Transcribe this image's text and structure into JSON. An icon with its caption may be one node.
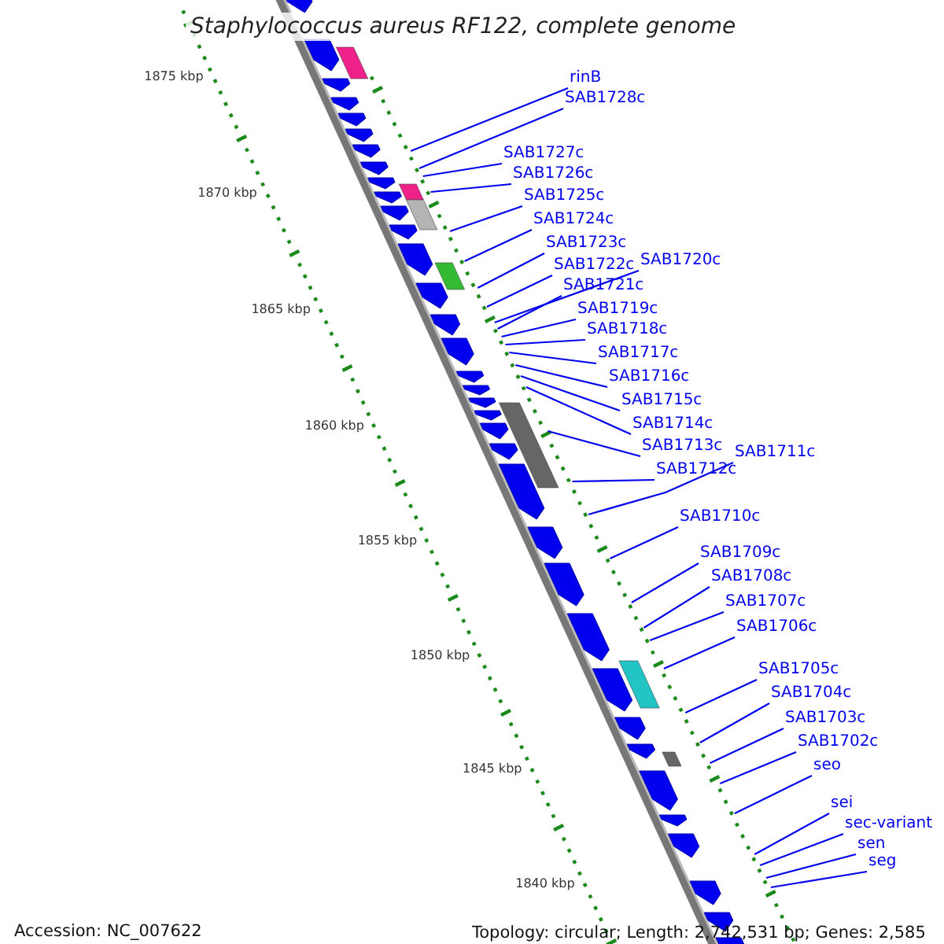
{
  "diagram": {
    "title": "Staphylococcus aureus RF122, complete genome",
    "nodes": [
      {
        "text": [
          "rinB"
        ]
      },
      {
        "text": [
          "SAB1728c"
        ]
      },
      {
        "text": [
          "SAB1727c"
        ]
      },
      {
        "text": [
          "SAB1726c"
        ]
      },
      {
        "text": [
          "SAB1725c"
        ]
      },
      {
        "text": [
          "SAB1724c"
        ]
      },
      {
        "text": [
          "SAB1723c"
        ]
      },
      {
        "text": [
          "SAB1722c"
        ]
      },
      {
        "text": [
          "SAB1720c"
        ]
      },
      {
        "text": [
          "SAB1721c"
        ]
      },
      {
        "text": [
          "SAB1719c"
        ]
      },
      {
        "text": [
          "SAB1718c"
        ]
      },
      {
        "text": [
          "SAB1717c"
        ]
      },
      {
        "text": [
          "SAB1716c"
        ]
      },
      {
        "text": [
          "SAB1715c"
        ]
      },
      {
        "text": [
          "SAB1714c"
        ]
      },
      {
        "text": [
          "SAB1713c"
        ]
      },
      {
        "text": [
          "SAB1712c"
        ]
      },
      {
        "text": [
          "SAB1711c"
        ]
      },
      {
        "text": [
          "SAB1710c"
        ]
      },
      {
        "text": [
          "SAB1709c"
        ]
      },
      {
        "text": [
          "SAB1708c"
        ]
      },
      {
        "text": [
          "SAB1707c"
        ]
      },
      {
        "text": [
          "SAB1706c"
        ]
      },
      {
        "text": [
          "SAB1705c"
        ]
      },
      {
        "text": [
          "SAB1704c"
        ]
      },
      {
        "text": [
          "SAB1703c"
        ]
      },
      {
        "text": [
          "SAB1702c"
        ]
      },
      {
        "text": [
          "seo"
        ]
      },
      {
        "text": [
          "sei"
        ]
      },
      {
        "text": [
          "sec-variant"
        ]
      },
      {
        "text": [
          "sen"
        ]
      },
      {
        "text": [
          "seg"
        ]
      }
    ],
    "edges": [
      {
        "from": 0,
        "to": null,
        "arrow": "none"
      },
      {
        "from": 1,
        "to": null,
        "arrow": "none"
      },
      {
        "from": 2,
        "to": null,
        "arrow": "none"
      },
      {
        "from": 3,
        "to": null,
        "arrow": "none"
      },
      {
        "from": 4,
        "to": null,
        "arrow": "none"
      },
      {
        "from": 5,
        "to": null,
        "arrow": "none"
      },
      {
        "from": 6,
        "to": null,
        "arrow": "none"
      },
      {
        "from": 7,
        "to": null,
        "arrow": "none"
      },
      {
        "from": 8,
        "to": null,
        "arrow": "none"
      },
      {
        "from": 9,
        "to": null,
        "arrow": "none"
      },
      {
        "from": 10,
        "to": null,
        "arrow": "none"
      },
      {
        "from": 11,
        "to": null,
        "arrow": "none"
      },
      {
        "from": 12,
        "to": null,
        "arrow": "none"
      },
      {
        "from": 13,
        "to": null,
        "arrow": "none"
      },
      {
        "from": 14,
        "to": null,
        "arrow": "none"
      },
      {
        "from": 15,
        "to": null,
        "arrow": "none"
      },
      {
        "from": 16,
        "to": null,
        "arrow": "none"
      },
      {
        "from": 17,
        "to": null,
        "arrow": "none"
      },
      {
        "from": 18,
        "to": null,
        "arrow": "none"
      },
      {
        "from": 19,
        "to": null,
        "arrow": "none"
      },
      {
        "from": 20,
        "to": null,
        "arrow": "none"
      },
      {
        "from": 21,
        "to": null,
        "arrow": "none"
      },
      {
        "from": 22,
        "to": null,
        "arrow": "none"
      },
      {
        "from": 23,
        "to": null,
        "arrow": "none"
      },
      {
        "from": 24,
        "to": null,
        "arrow": "none"
      },
      {
        "from": 25,
        "to": null,
        "arrow": "none"
      },
      {
        "from": 26,
        "to": null,
        "arrow": "none"
      },
      {
        "from": 27,
        "to": null,
        "arrow": "none"
      },
      {
        "from": 28,
        "to": null,
        "arrow": "none"
      },
      {
        "from": 29,
        "to": null,
        "arrow": "none"
      },
      {
        "from": 30,
        "to": null,
        "arrow": "none"
      },
      {
        "from": 31,
        "to": null,
        "arrow": "none"
      },
      {
        "from": 32,
        "to": null,
        "arrow": "none"
      }
    ],
    "labels": [
      "1875 kbp",
      "1870 kbp",
      "1865 kbp",
      "1860 kbp",
      "1855 kbp",
      "1850 kbp",
      "1845 kbp",
      "1840 kbp",
      "Accession: NC_007622",
      "Topology: circular; Length: 2,742,531 bp; Genes: 2,585"
    ]
  }
}
